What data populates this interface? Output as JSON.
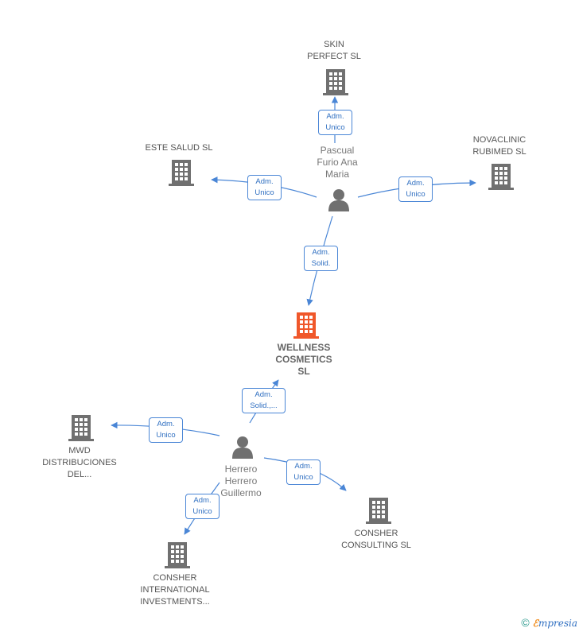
{
  "nodes": {
    "skin": {
      "label": "SKIN\nPERFECT SL"
    },
    "este": {
      "label": "ESTE SALUD  SL"
    },
    "nova": {
      "label": "NOVACLINIC\nRUBIMED SL"
    },
    "pascual": {
      "label": "Pascual\nFurio Ana\nMaria"
    },
    "wellness": {
      "label": "WELLNESS\nCOSMETICS\nSL"
    },
    "mwd": {
      "label": "MWD\nDISTRIBUCIONES\nDEL..."
    },
    "herrero": {
      "label": "Herrero\nHerrero\nGuillermo"
    },
    "consher_consulting": {
      "label": "CONSHER\nCONSULTING SL"
    },
    "consher_intl": {
      "label": "CONSHER\nINTERNATIONAL\nINVESTMENTS..."
    }
  },
  "edges": {
    "pascual_skin": "Adm.\nUnico",
    "pascual_este": "Adm.\nUnico",
    "pascual_nova": "Adm.\nUnico",
    "pascual_wellness": "Adm.\nSolid.",
    "herrero_wellness": "Adm.\nSolid.,...",
    "herrero_mwd": "Adm.\nUnico",
    "herrero_consulting": "Adm.\nUnico",
    "herrero_intl": "Adm.\nUnico"
  },
  "colors": {
    "company": "#707070",
    "main_company": "#f0572a",
    "person": "#707070",
    "edge": "#4a86d6"
  },
  "footer": {
    "copyright": "©",
    "brand_e": "ℰ",
    "brand": "mpresia"
  }
}
